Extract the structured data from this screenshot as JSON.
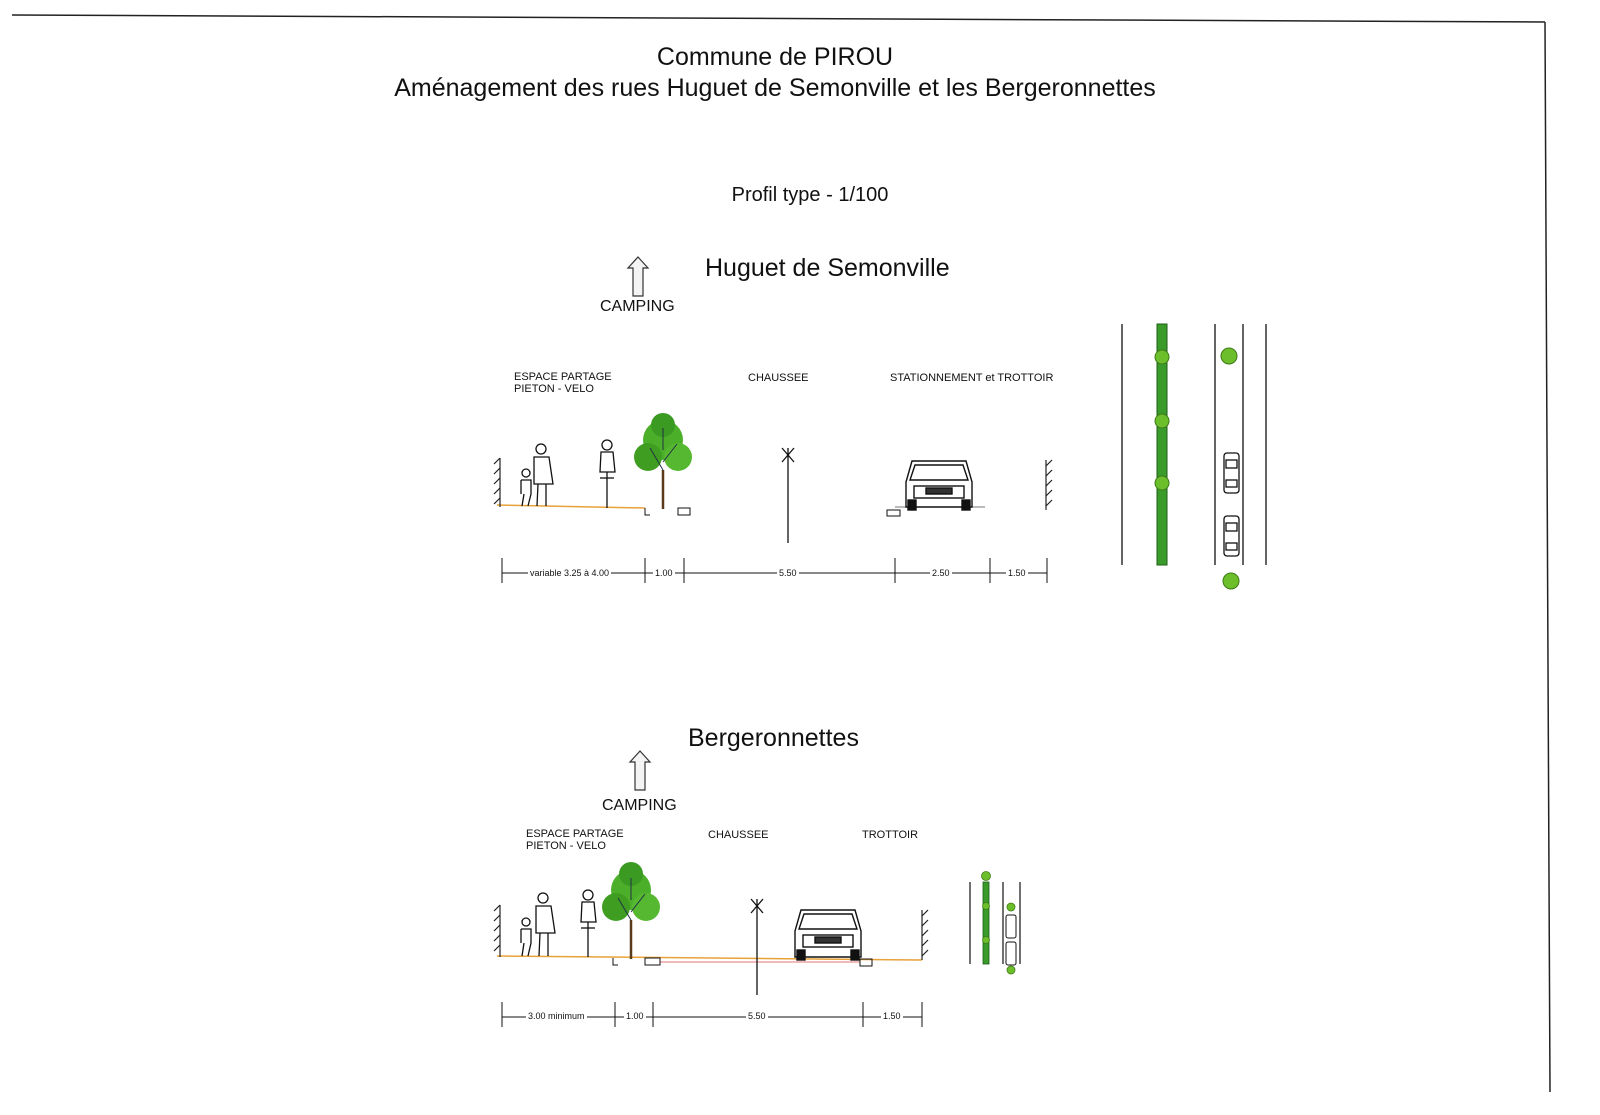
{
  "header": {
    "title": "Commune de PIROU",
    "subtitle": "Aménagement des rues Huguet de Semonville et les Bergeronnettes",
    "profile_label": "Profil  type - 1/100"
  },
  "section1": {
    "street_name": "Huguet de Semonville",
    "direction_label": "CAMPING",
    "zones": {
      "left": [
        "ESPACE PARTAGE",
        "PIETON - VELO"
      ],
      "center": "CHAUSSEE",
      "right": "STATIONNEMENT et TROTTOIR"
    },
    "dimensions": [
      "variable 3.25 à 4.00",
      "1.00",
      "5.50",
      "2.50",
      "1.50"
    ]
  },
  "section2": {
    "street_name": "Bergeronnettes",
    "direction_label": "CAMPING",
    "zones": {
      "left": [
        "ESPACE PARTAGE",
        "PIETON - VELO"
      ],
      "center": "CHAUSSEE",
      "right": "TROTTOIR"
    },
    "dimensions": [
      "3.00 minimum",
      "1.00",
      "5.50",
      "1.50"
    ]
  },
  "colors": {
    "ground": "#e8a23a",
    "hedge": "#3a9a2a",
    "tree": "#4caf2a",
    "ink": "#111111"
  },
  "icons": [
    "up-arrow-icon",
    "pedestrian-icon",
    "cyclist-icon",
    "tree-icon",
    "car-icon",
    "wall-hatch-icon"
  ]
}
